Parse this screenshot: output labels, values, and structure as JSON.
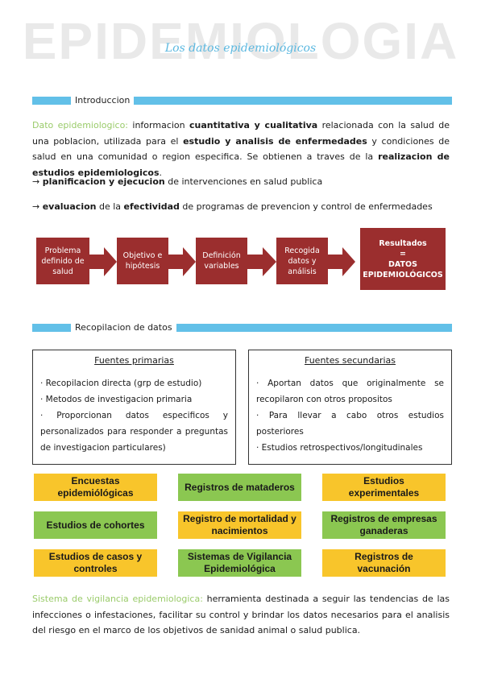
{
  "title": "EPIDEMIOLOGIA",
  "subtitle": "Los datos epidemiológicos",
  "sections": {
    "intro": "Introduccion",
    "recopilacion": "Recopilacion de datos"
  },
  "intro": {
    "term": "Dato epidemiologico:",
    "t1": " informacion ",
    "b1": "cuantitativa y cualitativa",
    "t2": " relacionada con la salud de una poblacion, utilizada para el ",
    "b2": "estudio y analisis de enfermedades",
    "t3": " y condiciones de salud en una comunidad o region especifica. Se obtienen a traves de la ",
    "b3": "realizacion de estudios epidemiologicos",
    "t4": "."
  },
  "bullets": [
    {
      "arrow": "→",
      "bold": "planificacion y ejecucion",
      "rest": " de intervenciones en salud publica"
    },
    {
      "arrow": "→",
      "bold": "evaluacion",
      "mid": " de la ",
      "bold2": "efectividad",
      "rest": " de programas de prevencion y control de enfermedades"
    }
  ],
  "flow": [
    "Problema definido de salud",
    "Objetivo e hipótesis",
    "Definición variables",
    "Recogida datos y análisis"
  ],
  "flow_result": {
    "l1": "Resultados",
    "l2": "=",
    "l3": "DATOS",
    "l4": "EPIDEMIOLÓGICOS"
  },
  "sources": {
    "primary": {
      "title": "Fuentes primarias",
      "items": [
        "· Recopilacion directa (grp de estudio)",
        "· Metodos de investigacion primaria",
        "· Proporcionan datos especificos y personalizados para responder a preguntas de investigacion particulares)"
      ]
    },
    "secondary": {
      "title": "Fuentes secundarias",
      "items": [
        "· Aportan datos que originalmente se recopilaron con otros propositos",
        "· Para llevar a cabo otros estudios posteriores",
        "· Estudios retrospectivos/longitudinales"
      ]
    }
  },
  "tiles": [
    "Encuestas epidemiólógicas",
    "Registros de mataderos",
    "Estudios experimentales",
    "Estudios de cohortes",
    "Registro de mortalidad y nacimientos",
    "Registros de empresas ganaderas",
    "Estudios de casos y controles",
    "Sistemas de Vigilancia Epidemiológica",
    "Registros de vacunación"
  ],
  "colors": {
    "accent_blue": "#62c0e8",
    "term_green": "#9acb6a",
    "flow_red": "#9b2e2e",
    "tile_yellow": "#f8c52b",
    "tile_green": "#8bc751"
  },
  "vigilancia": {
    "term": "Sistema de vigilancia epidemiologica:",
    "text": " herramienta destinada a seguir las tendencias de las infecciones o infestaciones, facilitar su control y brindar los datos necesarios para el analisis del riesgo en el marco de los objetivos de sanidad animal o salud publica."
  }
}
